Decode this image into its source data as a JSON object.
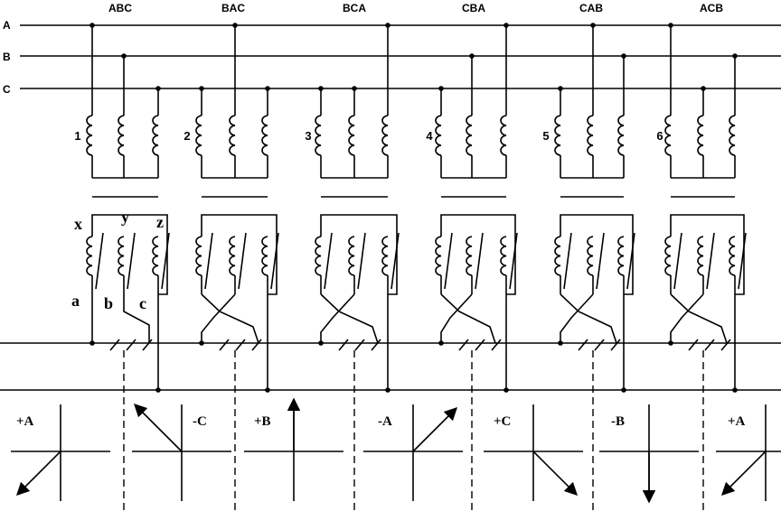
{
  "buses": [
    "A",
    "B",
    "C"
  ],
  "sequences": [
    "ABC",
    "BAC",
    "BCA",
    "CBA",
    "CAB",
    "ACB"
  ],
  "unit_numbers": [
    "1",
    "2",
    "3",
    "4",
    "5",
    "6"
  ],
  "secondary_terminals_top": [
    "x",
    "y",
    "z"
  ],
  "secondary_terminals_bottom": [
    "a",
    "b",
    "c"
  ],
  "phasors": [
    {
      "label": "+A",
      "direction": "down-left"
    },
    {
      "label": "-C",
      "direction": "up-left"
    },
    {
      "label": "+B",
      "direction": "up"
    },
    {
      "label": "-A",
      "direction": "up-right"
    },
    {
      "label": "+C",
      "direction": "down-right"
    },
    {
      "label": "-B",
      "direction": "down"
    },
    {
      "label": "+A",
      "direction": "down-left"
    }
  ],
  "colors": {
    "ink": "#000000",
    "background": "#ffffff"
  }
}
